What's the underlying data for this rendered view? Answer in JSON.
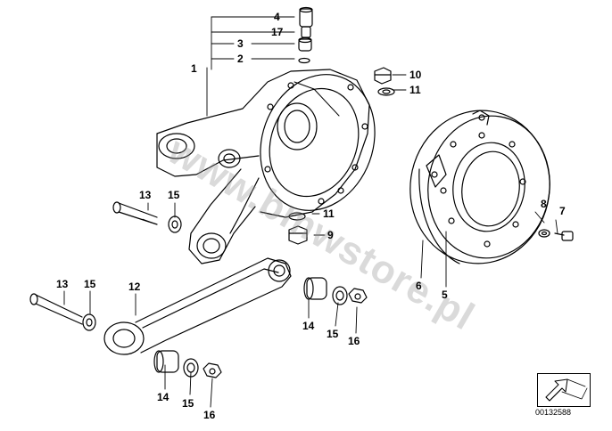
{
  "diagram": {
    "callouts": {
      "c1": "1",
      "c2": "2",
      "c3": "3",
      "c4": "4",
      "c17": "17",
      "c10": "10",
      "c11a": "11",
      "c11b": "11",
      "c9": "9",
      "c8": "8",
      "c7": "7",
      "c6": "6",
      "c5": "5",
      "c13a": "13",
      "c15a": "15",
      "c13b": "13",
      "c15b": "15",
      "c12": "12",
      "c14a": "14",
      "c15c": "15",
      "c16a": "16",
      "c14b": "14",
      "c15d": "15",
      "c16b": "16"
    },
    "watermark": "www.bmwstore.pl",
    "diagram_id": "00132588",
    "nav_icon": "arrow-icon"
  }
}
